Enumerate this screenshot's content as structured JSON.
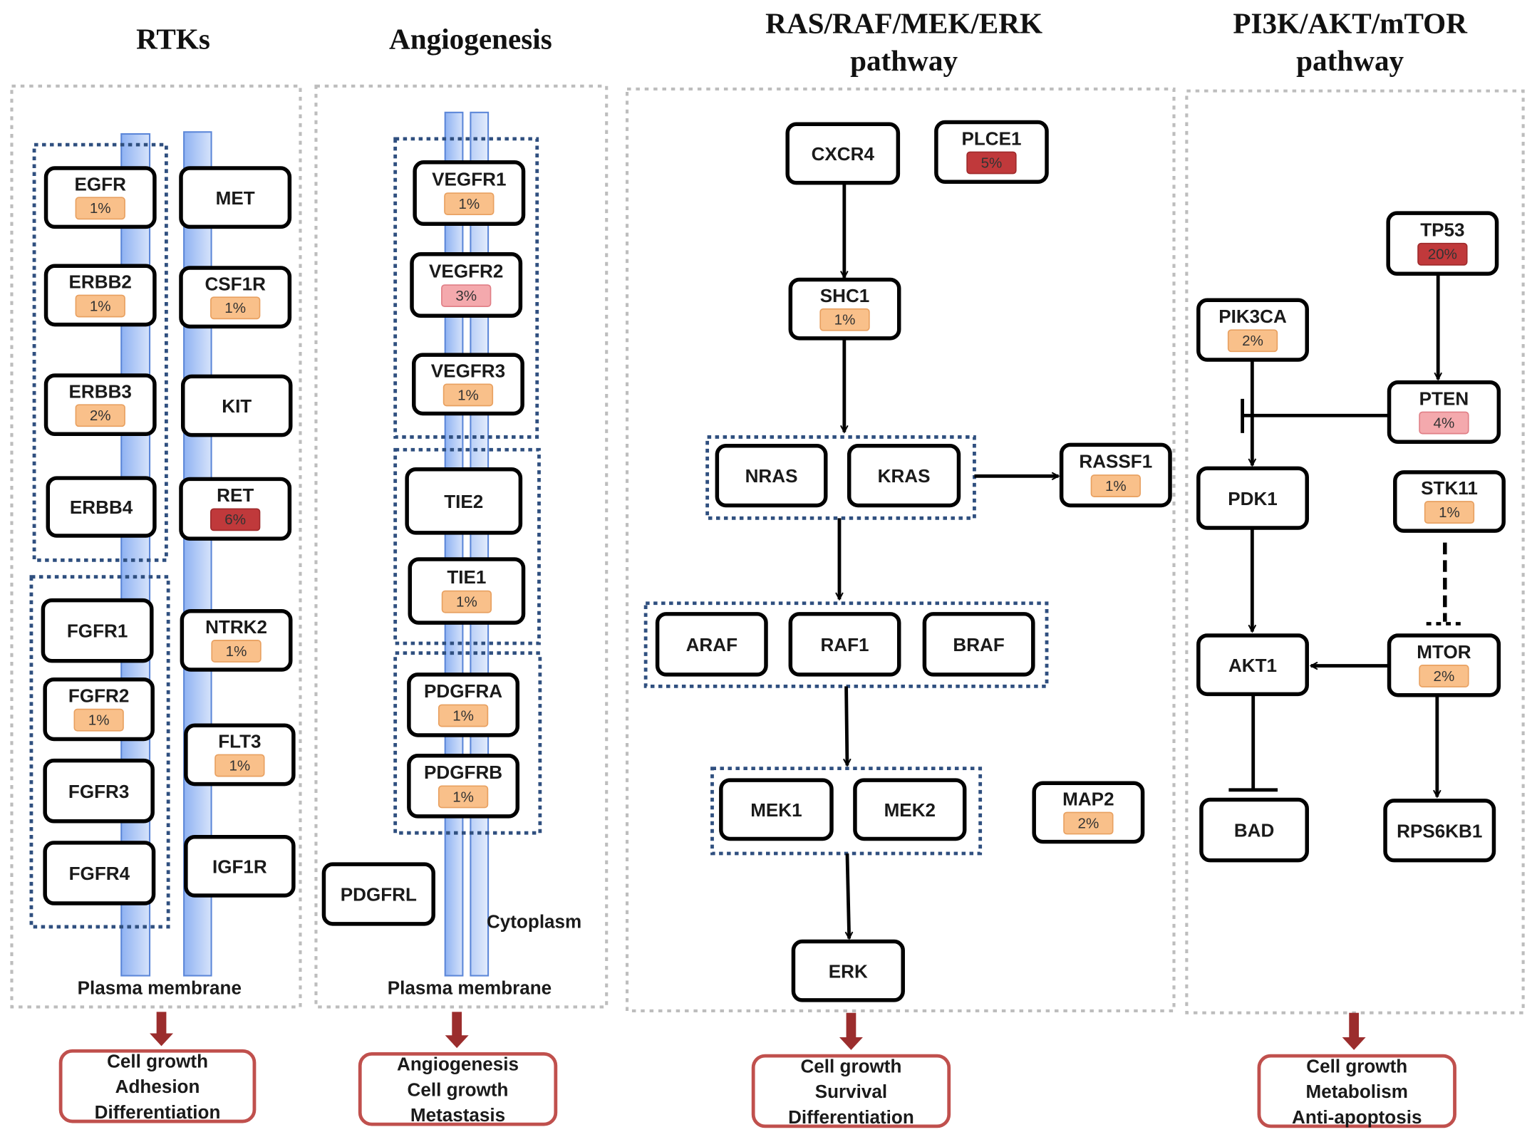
{
  "figure": {
    "panels": [
      {
        "id": "rtks",
        "title_lines": [
          "RTKs"
        ],
        "captions": [
          "Plasma membrane"
        ],
        "outcome": [
          "Cell growth",
          "Adhesion",
          "Differentiation"
        ]
      },
      {
        "id": "angiogenesis",
        "title_lines": [
          "Angiogenesis"
        ],
        "captions": [
          "Cytoplasm",
          "Plasma membrane"
        ],
        "outcome": [
          "Angiogenesis",
          "Cell growth",
          "Metastasis"
        ]
      },
      {
        "id": "ras",
        "title_lines": [
          "RAS/RAF/MEK/ERK",
          "pathway"
        ],
        "captions": [],
        "outcome": [
          "Cell growth",
          "Survival",
          "Differentiation"
        ]
      },
      {
        "id": "pi3k",
        "title_lines": [
          "PI3K/AKT/mTOR",
          "pathway"
        ],
        "captions": [],
        "outcome": [
          "Cell growth",
          "Metabolism",
          "Anti-apoptosis"
        ]
      }
    ],
    "badge_colors": {
      "low": "#f9c08a",
      "medium": "#f4a9ad",
      "high": "#c0393b"
    },
    "outcome_border_color": "#c0504d",
    "outcome_arrow_color": "#9b2d2d",
    "membrane_color": "#a9c4f5",
    "group_border_color": "#2f4f7f",
    "genes": {
      "EGFR": {
        "label": "EGFR",
        "freq": "1%",
        "level": "low"
      },
      "ERBB2": {
        "label": "ERBB2",
        "freq": "1%",
        "level": "low"
      },
      "ERBB3": {
        "label": "ERBB3",
        "freq": "2%",
        "level": "low"
      },
      "ERBB4": {
        "label": "ERBB4"
      },
      "MET": {
        "label": "MET"
      },
      "CSF1R": {
        "label": "CSF1R",
        "freq": "1%",
        "level": "low"
      },
      "KIT": {
        "label": "KIT"
      },
      "RET": {
        "label": "RET",
        "freq": "6%",
        "level": "high"
      },
      "FGFR1": {
        "label": "FGFR1"
      },
      "FGFR2": {
        "label": "FGFR2",
        "freq": "1%",
        "level": "low"
      },
      "FGFR3": {
        "label": "FGFR3"
      },
      "FGFR4": {
        "label": "FGFR4"
      },
      "NTRK2": {
        "label": "NTRK2",
        "freq": "1%",
        "level": "low"
      },
      "FLT3": {
        "label": "FLT3",
        "freq": "1%",
        "level": "low"
      },
      "IGF1R": {
        "label": "IGF1R"
      },
      "VEGFR1": {
        "label": "VEGFR1",
        "freq": "1%",
        "level": "low"
      },
      "VEGFR2": {
        "label": "VEGFR2",
        "freq": "3%",
        "level": "medium"
      },
      "VEGFR3": {
        "label": "VEGFR3",
        "freq": "1%",
        "level": "low"
      },
      "TIE2": {
        "label": "TIE2"
      },
      "TIE1": {
        "label": "TIE1",
        "freq": "1%",
        "level": "low"
      },
      "PDGFRA": {
        "label": "PDGFRA",
        "freq": "1%",
        "level": "low"
      },
      "PDGFRB": {
        "label": "PDGFRB",
        "freq": "1%",
        "level": "low"
      },
      "PDGFRL": {
        "label": "PDGFRL"
      },
      "CXCR4": {
        "label": "CXCR4"
      },
      "PLCE1": {
        "label": "PLCE1",
        "freq": "5%",
        "level": "high"
      },
      "SHC1": {
        "label": "SHC1",
        "freq": "1%",
        "level": "low"
      },
      "NRAS": {
        "label": "NRAS"
      },
      "KRAS": {
        "label": "KRAS"
      },
      "RASSF1": {
        "label": "RASSF1",
        "freq": "1%",
        "level": "low"
      },
      "ARAF": {
        "label": "ARAF"
      },
      "RAF1": {
        "label": "RAF1"
      },
      "BRAF": {
        "label": "BRAF"
      },
      "MEK1": {
        "label": "MEK1"
      },
      "MEK2": {
        "label": "MEK2"
      },
      "MAP2": {
        "label": "MAP2",
        "freq": "2%",
        "level": "low"
      },
      "ERK": {
        "label": "ERK"
      },
      "TP53": {
        "label": "TP53",
        "freq": "20%",
        "level": "high"
      },
      "PIK3CA": {
        "label": "PIK3CA",
        "freq": "2%",
        "level": "low"
      },
      "PTEN": {
        "label": "PTEN",
        "freq": "4%",
        "level": "medium"
      },
      "PDK1": {
        "label": "PDK1"
      },
      "STK11": {
        "label": "STK11",
        "freq": "1%",
        "level": "low"
      },
      "AKT1": {
        "label": "AKT1"
      },
      "MTOR": {
        "label": "MTOR",
        "freq": "2%",
        "level": "low"
      },
      "BAD": {
        "label": "BAD"
      },
      "RPS6KB1": {
        "label": "RPS6KB1"
      }
    },
    "edges": [
      {
        "from": "CXCR4",
        "to": "SHC1",
        "type": "activation"
      },
      {
        "from": "SHC1",
        "to": "RAS group",
        "type": "activation"
      },
      {
        "from": "RAS group",
        "to": "RASSF1",
        "type": "activation"
      },
      {
        "from": "RAS group",
        "to": "RAF group",
        "type": "activation"
      },
      {
        "from": "RAF group",
        "to": "MEK group",
        "type": "activation"
      },
      {
        "from": "MEK group",
        "to": "ERK",
        "type": "activation"
      },
      {
        "from": "TP53",
        "to": "PTEN",
        "type": "activation"
      },
      {
        "from": "PIK3CA",
        "to": "PDK1",
        "type": "activation"
      },
      {
        "from": "PTEN",
        "to": "PIK3CA-PDK1",
        "type": "inhibition"
      },
      {
        "from": "PDK1",
        "to": "AKT1",
        "type": "activation"
      },
      {
        "from": "STK11",
        "to": "MTOR",
        "type": "indirect-inhibition"
      },
      {
        "from": "MTOR",
        "to": "AKT1",
        "type": "activation"
      },
      {
        "from": "AKT1",
        "to": "BAD",
        "type": "inhibition"
      },
      {
        "from": "MTOR",
        "to": "RPS6KB1",
        "type": "activation"
      }
    ]
  }
}
